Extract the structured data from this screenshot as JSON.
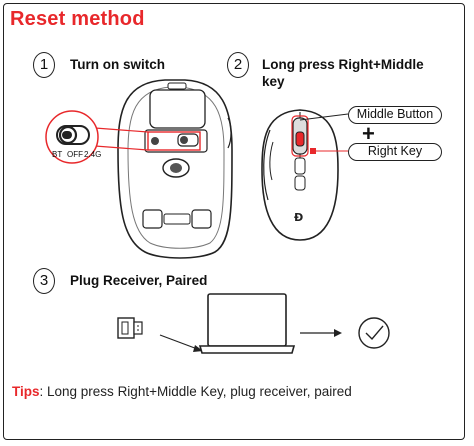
{
  "title": "Reset method",
  "steps": [
    {
      "num": "1",
      "label": "Turn on switch"
    },
    {
      "num": "2",
      "label_line1": "Long press Right+Middle",
      "label_line2": "key"
    },
    {
      "num": "3",
      "label": "Plug Receiver, Paired"
    }
  ],
  "switch_labels": {
    "bt": "BT",
    "off": "OFF",
    "g24": "2.4G"
  },
  "callouts": {
    "middle": "Middle Button",
    "plus": "+",
    "right": "Right Key"
  },
  "tips": {
    "keyword": "Tips",
    "text": ": Long press Right+Middle Key, plug receiver, paired"
  },
  "colors": {
    "accent": "#e8282b",
    "ink": "#222222"
  }
}
